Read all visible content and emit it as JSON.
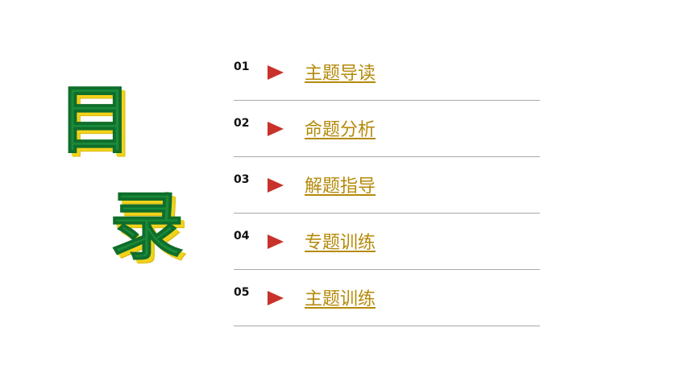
{
  "title": {
    "char1": "目",
    "char2": "录"
  },
  "colors": {
    "title_green": "#1a8a3a",
    "title_shadow_yellow": "#f2d21a",
    "arrow_red": "#c8322a",
    "link_gold": "#b58a0a",
    "divider": "#a8a8a8"
  },
  "menu": {
    "items": [
      {
        "num": "01",
        "label": "主题导读",
        "icon": "play-arrow-icon"
      },
      {
        "num": "02",
        "label": "命题分析",
        "icon": "play-arrow-icon"
      },
      {
        "num": "03",
        "label": "解题指导",
        "icon": "play-arrow-icon"
      },
      {
        "num": "04",
        "label": "专题训练",
        "icon": "play-arrow-icon"
      },
      {
        "num": "05",
        "label": "主题训练",
        "icon": "play-arrow-icon"
      }
    ]
  }
}
